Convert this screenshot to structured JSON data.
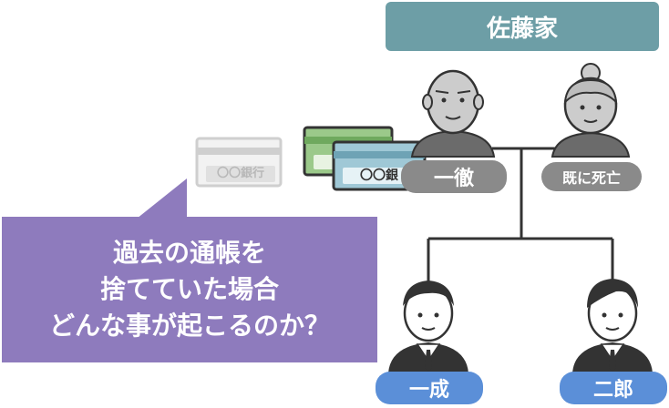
{
  "family": {
    "title": "佐藤家",
    "members": {
      "father": "一徹",
      "mother": "既に死亡",
      "son1": "一成",
      "son2": "二郎"
    }
  },
  "bankbooks": {
    "faded_label": "〇〇銀行",
    "front_label": "〇〇銀"
  },
  "question": {
    "lines": [
      "過去の通帳を",
      "捨てていた場合",
      "どんな事が起こるのか？"
    ]
  },
  "colors": {
    "title_bg": "#6d9ea6",
    "member_gray": "#8a8a8a",
    "member_blue": "#5b8fd8",
    "bubble": "#8e7bbd"
  }
}
